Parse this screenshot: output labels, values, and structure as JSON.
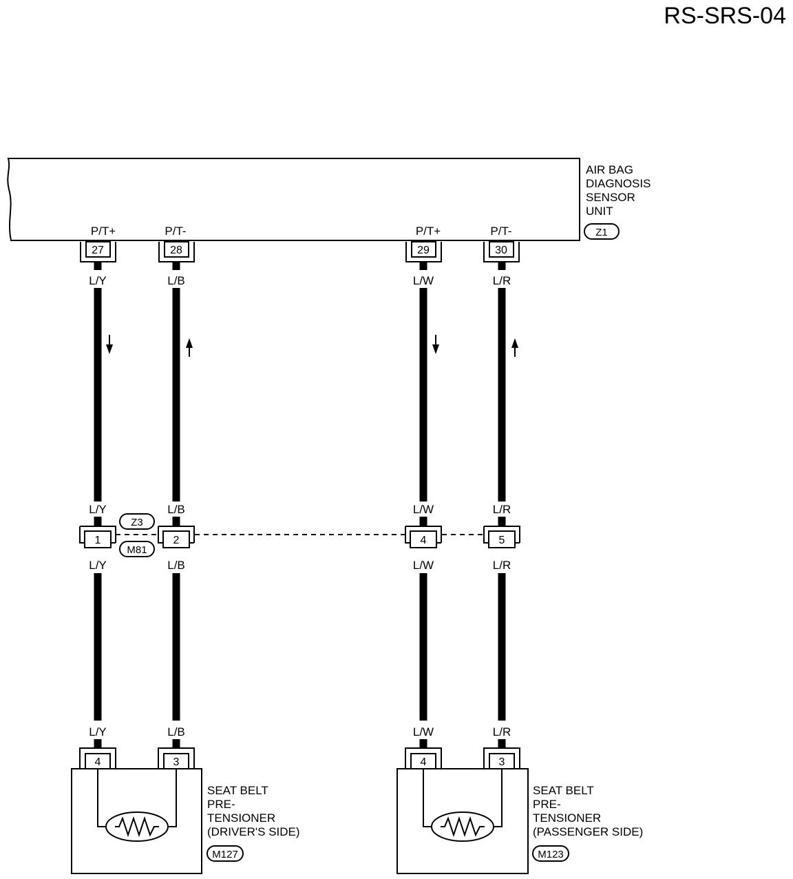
{
  "page_title": "RS-SRS-04",
  "unit": {
    "name_lines": [
      "AIR BAG",
      "DIAGNOSIS",
      "SENSOR",
      "UNIT"
    ],
    "connector": "Z1",
    "pins": [
      {
        "pin": "27",
        "signal": "P/T+"
      },
      {
        "pin": "28",
        "signal": "P/T-"
      },
      {
        "pin": "29",
        "signal": "P/T+"
      },
      {
        "pin": "30",
        "signal": "P/T-"
      }
    ]
  },
  "wire_colors": [
    "L/Y",
    "L/B",
    "L/W",
    "L/R"
  ],
  "joint_connector": {
    "ids": [
      "Z3",
      "M81"
    ],
    "pins": [
      "1",
      "2",
      "4",
      "5"
    ]
  },
  "driver_pretensioner": {
    "name_lines": [
      "SEAT BELT",
      "PRE-",
      "TENSIONER",
      "(DRIVER'S SIDE)"
    ],
    "connector": "M127",
    "pins": [
      "4",
      "3"
    ]
  },
  "passenger_pretensioner": {
    "name_lines": [
      "SEAT BELT",
      "PRE-",
      "TENSIONER",
      "(PASSENGER SIDE)"
    ],
    "connector": "M123",
    "pins": [
      "4",
      "3"
    ]
  }
}
